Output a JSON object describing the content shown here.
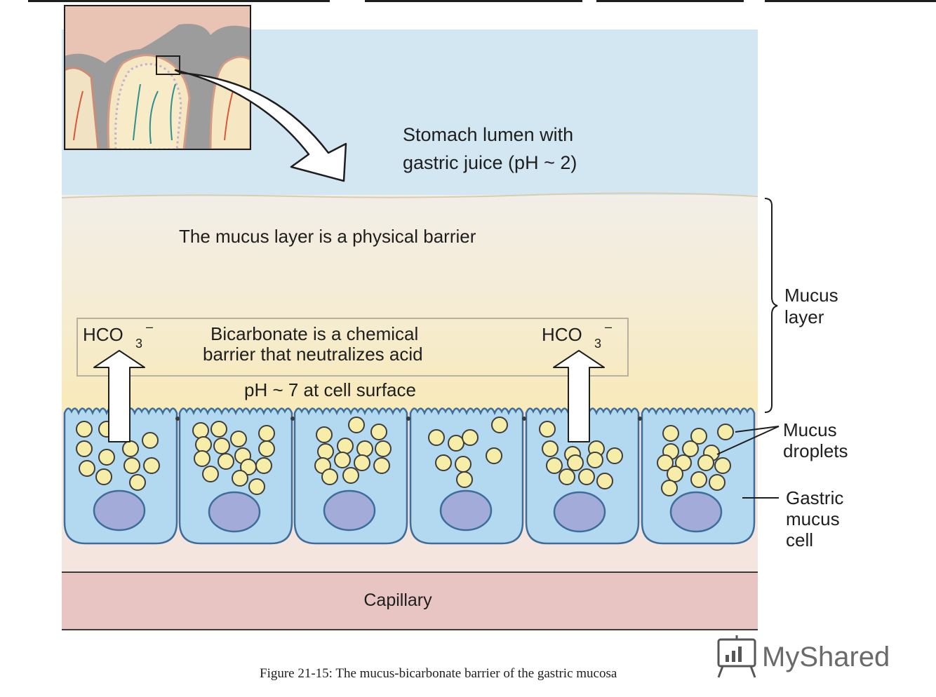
{
  "lumen": {
    "line1": "Stomach lumen with",
    "line2": "gastric juice (pH ~ 2)"
  },
  "mucus_label": "The mucus layer is a physical barrier",
  "bicarbonate": {
    "formula_main": "HCO",
    "formula_sub": "3",
    "formula_sup": "–",
    "line1": "Bicarbonate is a chemical",
    "line2": "barrier that neutralizes acid"
  },
  "surface_ph": "pH ~ 7 at cell surface",
  "side_labels": {
    "mucus_layer": [
      "Mucus",
      "layer"
    ],
    "mucus_droplets": [
      "Mucus",
      "droplets"
    ],
    "gastric_mucus_cell": [
      "Gastric",
      "mucus",
      "cell"
    ]
  },
  "capillary": "Capillary",
  "caption": "Figure 21-15: The mucus-bicarbonate  barrier of the gastric mucosa",
  "watermark": "MyShared",
  "colors": {
    "lumen": "#d3e7f3",
    "mucus_top": "#f3eee6",
    "mucus_bottom": "#f7ebc6",
    "tissue": "#f5e5df",
    "cell_fill": "#b3d9f0",
    "cell_stroke": "#3f6d99",
    "droplet_fill": "#f6eda8",
    "nucleus_fill": "#a3acd9",
    "capillary": "#e8c5c2"
  }
}
